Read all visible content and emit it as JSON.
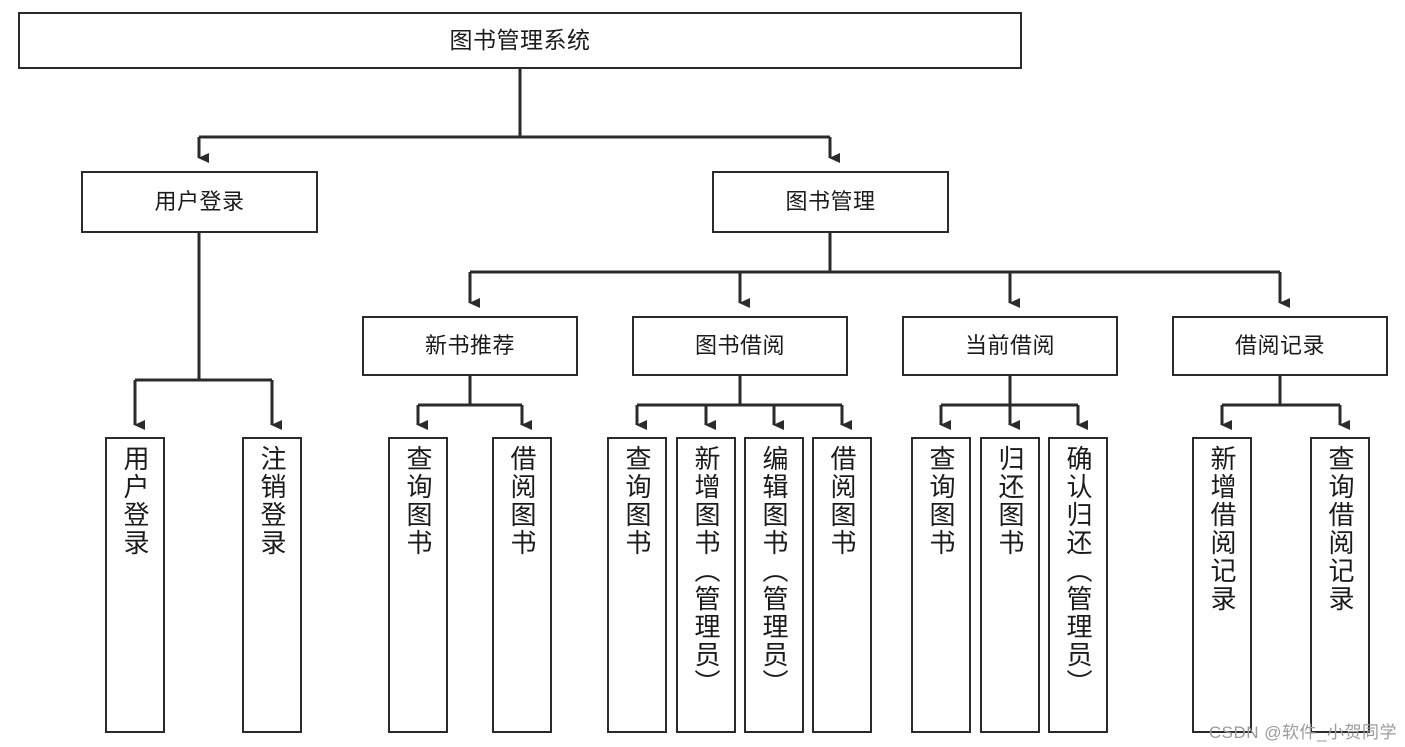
{
  "diagram": {
    "title": "图书管理系统",
    "type": "tree-hierarchy",
    "watermark": "CSDN @软件_小贺同学",
    "colors": {
      "node_border": "#2b2b2b",
      "node_fill": "#ffffff",
      "connector": "#2b2b2b",
      "text": "#1b1b1b",
      "watermark": "#9b9b9b",
      "background": "#ffffff"
    }
  },
  "nodes": {
    "root": {
      "label": "图书管理系统"
    },
    "level1": [
      {
        "label": "用户登录"
      },
      {
        "label": "图书管理"
      }
    ],
    "level2": [
      {
        "label": "新书推荐"
      },
      {
        "label": "图书借阅"
      },
      {
        "label": "当前借阅"
      },
      {
        "label": "借阅记录"
      }
    ],
    "leaves": {
      "user_login": [
        {
          "label": "用户登录"
        },
        {
          "label": "注销登录"
        }
      ],
      "new_book_recommend": [
        {
          "label": "查询图书"
        },
        {
          "label": "借阅图书"
        }
      ],
      "book_borrow": [
        {
          "label": "查询图书"
        },
        {
          "label": "新增图书（管理员）"
        },
        {
          "label": "编辑图书（管理员）"
        },
        {
          "label": "借阅图书"
        }
      ],
      "current_borrow": [
        {
          "label": "查询图书"
        },
        {
          "label": "归还图书"
        },
        {
          "label": "确认归还（管理员）"
        }
      ],
      "borrow_record": [
        {
          "label": "新增借阅记录"
        },
        {
          "label": "查询借阅记录"
        }
      ]
    }
  }
}
